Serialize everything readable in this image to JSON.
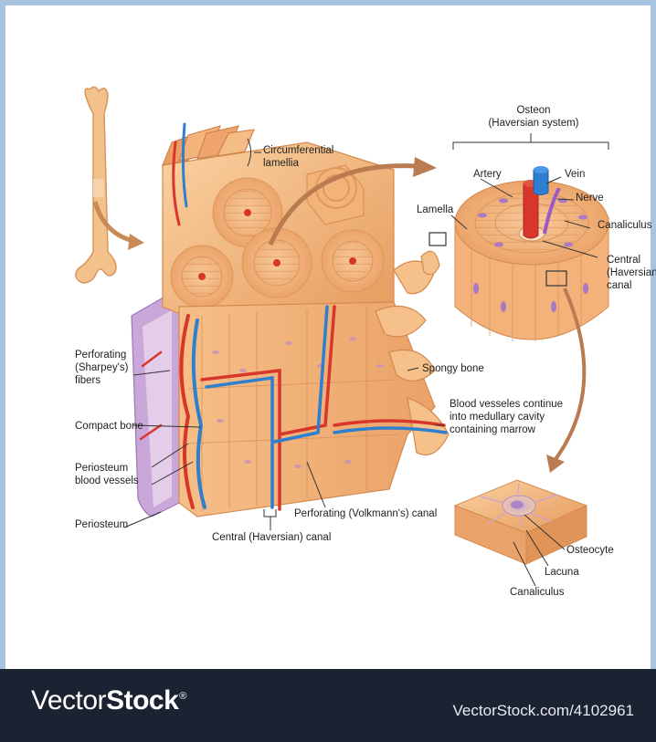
{
  "labels": {
    "osteon": "Osteon\n(Haversian system)",
    "circumferential_lamellae": "Circumferential\nlamellia",
    "artery": "Artery",
    "vein": "Vein",
    "nerve": "Nerve",
    "lamella": "Lamella",
    "canaliculus_top": "Canaliculus",
    "central_canal_top": "Central\n(Haversian)\ncanal",
    "perforating_fibers": "Perforating\n(Sharpey's)\nfibers",
    "spongy_bone": "Spongy bone",
    "blood_vessels_continue": "Blood vesseles continue\ninto medullary cavity\ncontaining marrow",
    "compact_bone": "Compact bone",
    "periosteum_blood_vessels": "Periosteum\nblood vessels",
    "periosteum": "Periosteum",
    "perforating_canal": "Perforating (Volkmann's) canal",
    "central_canal_bottom": "Central (Haversian) canal",
    "osteocyte": "Osteocyte",
    "lacuna": "Lacuna",
    "canaliculus_bottom": "Canaliculus"
  },
  "footer": {
    "brand_light": "Vector",
    "brand_bold": "Stock",
    "brand_mark": "®",
    "url": "VectorStock.com/4102961"
  },
  "colors": {
    "bone": "#f2b47a",
    "bone_dark": "#d98a4e",
    "artery": "#d8362a",
    "vein": "#2f7fd0",
    "nerve": "#9b59c6",
    "periosteum": "#b58ec9",
    "footer_bg": "#1b2231"
  }
}
